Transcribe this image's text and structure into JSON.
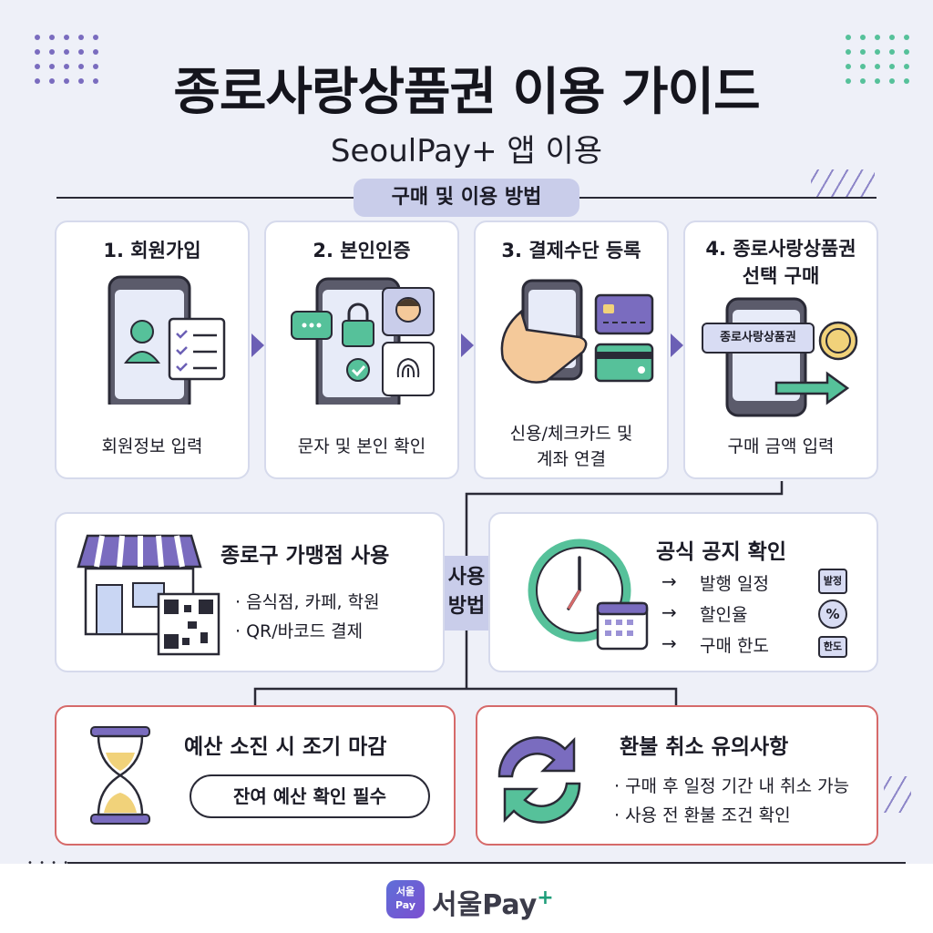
{
  "header": {
    "title": "종로사랑상품권 이용 가이드",
    "subtitle": "SeoulPay+ 앱 이용",
    "section_label": "구매 및 이용 방법"
  },
  "steps": [
    {
      "title": "1. 회원가입",
      "desc": "회원정보 입력",
      "icon": "phone-user-checklist-icon"
    },
    {
      "title": "2. 본인인증",
      "desc": "문자 및 본인 확인",
      "icon": "phone-lock-fingerprint-icon"
    },
    {
      "title": "3. 결제수단 등록",
      "desc_line1": "신용/체크카드 및",
      "desc_line2": "계좌 연결",
      "icon": "hand-phone-cards-icon"
    },
    {
      "title_line1": "4. 종로사랑상품권",
      "title_line2": "선택 구매",
      "desc": "구매 금액 입력",
      "tag": "종로사랑상품권",
      "icon": "phone-coin-arrow-icon"
    }
  ],
  "usage_badge": {
    "line1": "사용",
    "line2": "방법"
  },
  "store": {
    "title": "종로구 가맹점 사용",
    "bullets": [
      "· 음식점, 카페, 학원",
      "· QR/바코드 결제"
    ],
    "icon": "storefront-qr-icon"
  },
  "notice": {
    "title": "공식 공지 확인",
    "items": [
      "발행 일정",
      "할인율",
      "구매 한도"
    ],
    "tags": [
      "발정",
      "%",
      "한도"
    ],
    "icon": "clock-calendar-icon"
  },
  "budget": {
    "title": "예산 소진 시 조기 마감",
    "bubble": "잔여 예산 확인 필수",
    "icon": "hourglass-icon"
  },
  "refund": {
    "title": "환불 취소 유의사항",
    "bullets": [
      "· 구매 후 일정 기간 내 취소 가능",
      "· 사용 전 환불 조건 확인"
    ],
    "icon": "refresh-cycle-icon"
  },
  "footer": {
    "logo_line1": "서울",
    "logo_line2": "Pay",
    "brand": "서울Pay",
    "plus": "+"
  },
  "colors": {
    "background": "#eef0f8",
    "accent_purple": "#6b5fb5",
    "accent_green": "#56c19a",
    "warning_red": "#d66a6a",
    "pill": "#c9cdea"
  }
}
